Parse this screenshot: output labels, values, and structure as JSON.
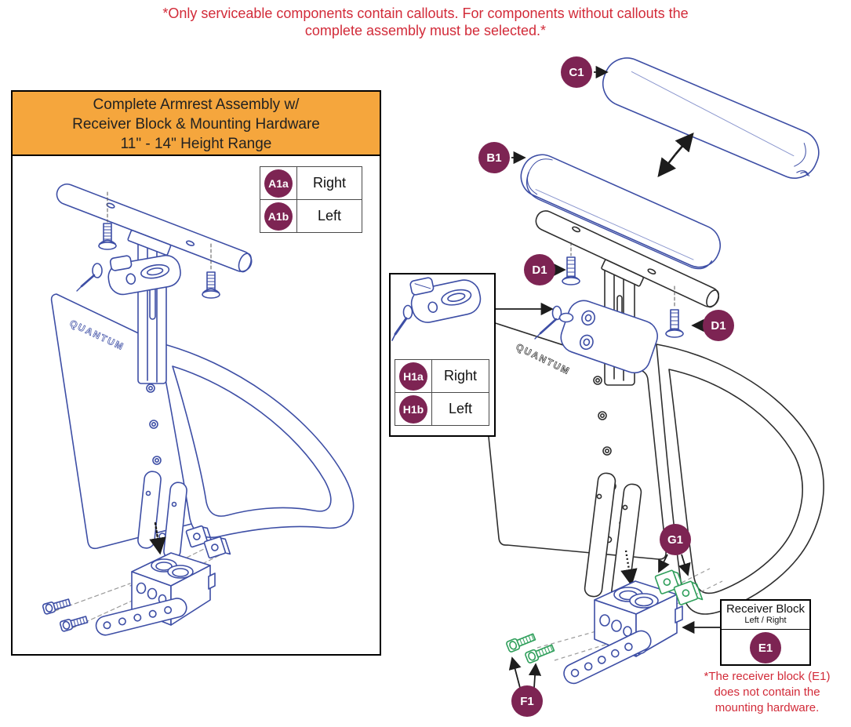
{
  "note_top": {
    "line1": "*Only serviceable components contain callouts. For components without callouts the",
    "line2": "complete assembly must be selected.*"
  },
  "left_panel": {
    "title": {
      "line1": "Complete Armrest Assembly w/",
      "line2": "Receiver Block & Mounting Hardware",
      "line3": "11\" - 14\" Height Range"
    },
    "table": {
      "rows": [
        {
          "callout": "A1a",
          "side": "Right"
        },
        {
          "callout": "A1b",
          "side": "Left"
        }
      ]
    },
    "brand_logo": "QUANTUM"
  },
  "right_view": {
    "callouts": {
      "c1": "C1",
      "b1": "B1",
      "d1": "D1",
      "g1": "G1",
      "f1": "F1"
    },
    "h_box": {
      "rows": [
        {
          "callout": "H1a",
          "side": "Right"
        },
        {
          "callout": "H1b",
          "side": "Left"
        }
      ]
    },
    "receiver_box": {
      "title": "Receiver Block",
      "subtitle": "Left / Right",
      "callout": "E1"
    },
    "note_bottom": {
      "line1": "*The receiver block (E1)",
      "line2": "does not contain the",
      "line3": "mounting hardware."
    },
    "brand_logo": "QUANTUM"
  },
  "colors": {
    "note_red": "#d22b39",
    "header_orange": "#f5a63d",
    "callout_purple": "#7d2453",
    "line_blue": "#3d4ea5",
    "line_black": "#2e2e2e",
    "hardware_green": "#2f9f5b"
  }
}
